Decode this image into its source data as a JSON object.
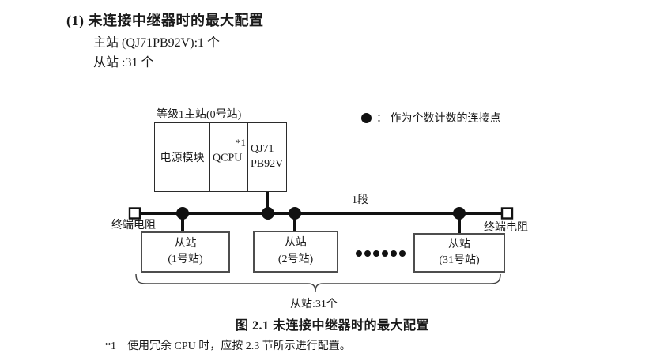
{
  "page": {
    "heading": "(1) 未连接中继器时的最大配置",
    "spec_lines": [
      "主站 (QJ71PB92V):1 个",
      "从站 :31 个"
    ],
    "caption": "图 2.1 未连接中继器时的最大配置",
    "footnote": {
      "marker": "*1",
      "text": "使用冗余 CPU 时，应按 2.3 节所示进行配置。"
    }
  },
  "diagram": {
    "master": {
      "label": "等级1主站(0号站)",
      "modules": {
        "power": "电源模块",
        "cpu": "QCPU",
        "cpu_note": "*1",
        "pb92v": "QJ71\nPB92V"
      }
    },
    "legend": {
      "label": "：  作为个数计数的连接点"
    },
    "segment_label": "1段",
    "terminator_left": "终端电阻",
    "terminator_right": "终端电阻",
    "slaves": [
      {
        "line1": "从站",
        "line2": "(1号站)"
      },
      {
        "line1": "从站",
        "line2": "(2号站)"
      },
      {
        "line1": "从站",
        "line2": "(31号站)"
      }
    ],
    "slaves_total": "从站:31个",
    "colors": {
      "ink": "#1a1a1a",
      "line": "#111111",
      "box_border": "#4d4d4d"
    }
  }
}
